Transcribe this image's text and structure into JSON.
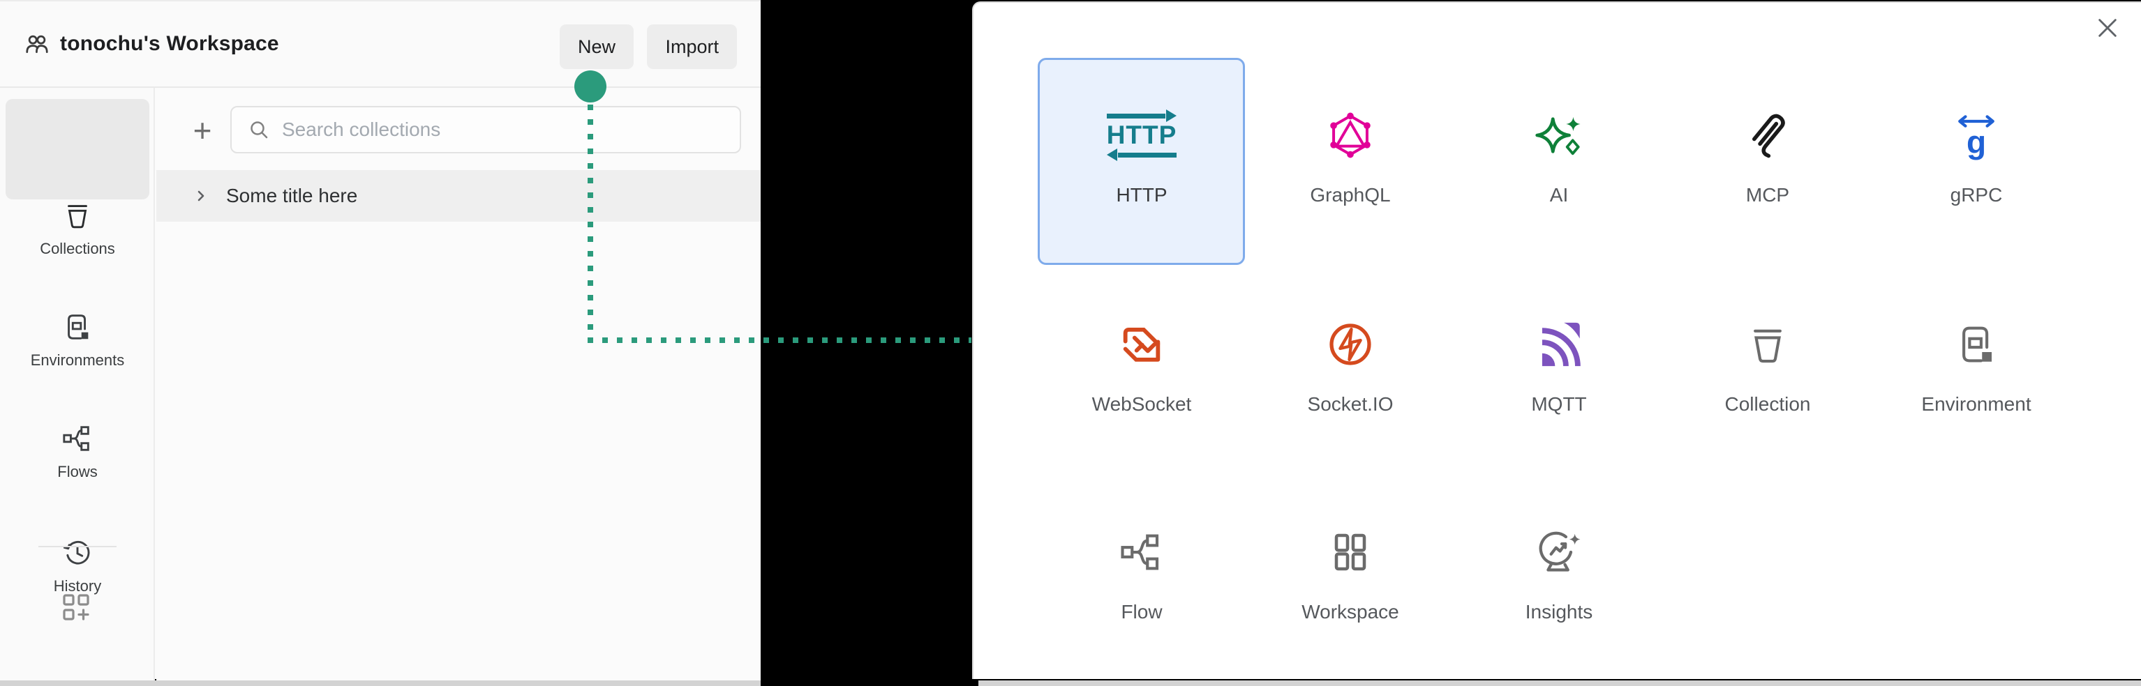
{
  "colors": {
    "accent-green": "#2B9B7C",
    "http-teal": "#157D8C",
    "graphql-pink": "#E10098",
    "ai-green": "#0E8038",
    "mcp-black": "#1A1A1A",
    "grpc-blue": "#2061D5",
    "ws-orange": "#D54A1E",
    "mqtt-purple": "#7D53BE",
    "icon-gray": "#6B6B6B",
    "sidebar-icon": "#3E4144",
    "tile-bg": "#E9F1FD",
    "tile-border": "#7FABEB"
  },
  "left_panel": {
    "header": {
      "workspace_name": "tonochu's Workspace",
      "buttons": {
        "new": "New",
        "import": "Import"
      }
    },
    "sidebar": {
      "items": [
        {
          "label": "Collections"
        },
        {
          "label": "Environments"
        },
        {
          "label": "Flows"
        },
        {
          "label": "History"
        }
      ]
    },
    "collections_pane": {
      "add_label": "+",
      "search_placeholder": "Search collections",
      "list": [
        {
          "title": "Some title here"
        }
      ]
    }
  },
  "modal": {
    "items": [
      {
        "label": "HTTP"
      },
      {
        "label": "GraphQL"
      },
      {
        "label": "AI"
      },
      {
        "label": "MCP"
      },
      {
        "label": "gRPC"
      },
      {
        "label": "WebSocket"
      },
      {
        "label": "Socket.IO"
      },
      {
        "label": "MQTT"
      },
      {
        "label": "Collection"
      },
      {
        "label": "Environment"
      },
      {
        "label": "Flow"
      },
      {
        "label": "Workspace"
      },
      {
        "label": "Insights"
      }
    ]
  }
}
